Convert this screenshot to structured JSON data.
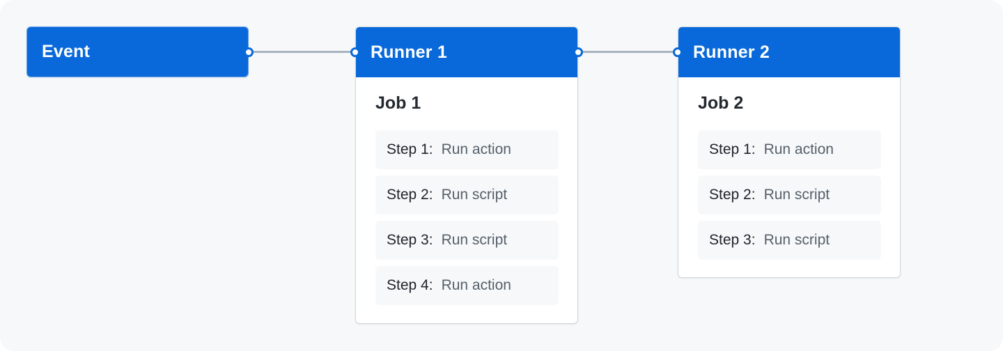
{
  "event": {
    "label": "Event"
  },
  "runners": [
    {
      "label": "Runner 1",
      "job": "Job 1",
      "steps": [
        {
          "num": "Step 1:",
          "action": "Run action"
        },
        {
          "num": "Step 2:",
          "action": "Run script"
        },
        {
          "num": "Step 3:",
          "action": "Run script"
        },
        {
          "num": "Step 4:",
          "action": "Run action"
        }
      ]
    },
    {
      "label": "Runner 2",
      "job": "Job 2",
      "steps": [
        {
          "num": "Step 1:",
          "action": "Run action"
        },
        {
          "num": "Step 2:",
          "action": "Run script"
        },
        {
          "num": "Step 3:",
          "action": "Run script"
        }
      ]
    }
  ],
  "colors": {
    "accent": "#0969da",
    "background": "#f6f8fa",
    "connector": "#a9b4bf"
  }
}
